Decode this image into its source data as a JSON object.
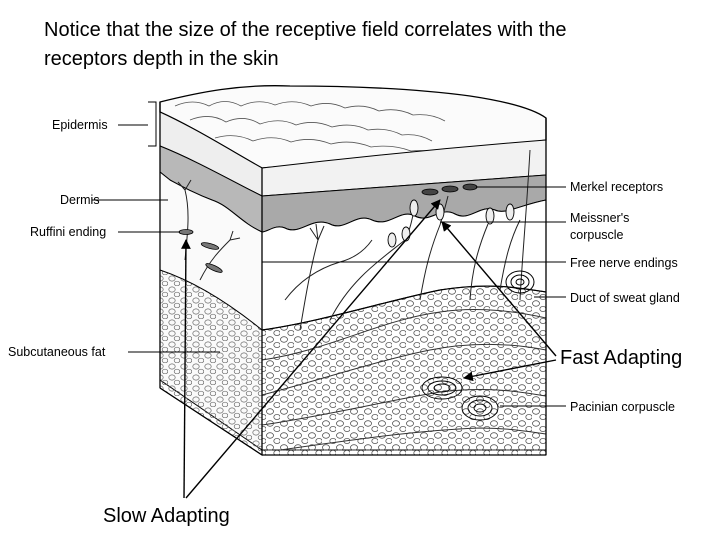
{
  "heading": {
    "line1": "Notice that the size of the receptive field correlates with the",
    "line2": "receptors depth in the skin"
  },
  "left_labels": {
    "epidermis": "Epidermis",
    "dermis": "Dermis",
    "ruffini": "Ruffini ending",
    "subcutaneous": "Subcutaneous fat"
  },
  "right_labels": {
    "merkel": "Merkel receptors",
    "meissner_1": "Meissner's",
    "meissner_2": "corpuscle",
    "free_nerve": "Free nerve endings",
    "sweat_duct": "Duct of sweat gland",
    "pacinian": "Pacinian corpuscle"
  },
  "annotations": {
    "fast": "Fast Adapting",
    "slow": "Slow Adapting"
  }
}
